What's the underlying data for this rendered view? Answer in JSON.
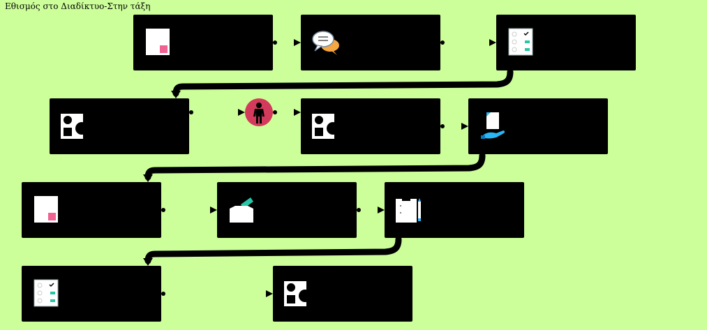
{
  "title": "Εθισμός στο Διαδίκτυο-Στην τάξη",
  "colors": {
    "background": "#ccff99",
    "node": "#000000",
    "connector": "#000000",
    "person_circle": "#d33a5b",
    "accent_pink": "#f06292",
    "accent_teal": "#26c6a6",
    "accent_blue": "#29b6f6"
  },
  "steps": [
    {
      "id": "s1",
      "icon": "document-sticky-note-icon"
    },
    {
      "id": "s2",
      "icon": "speech-bubbles-icon"
    },
    {
      "id": "s3",
      "icon": "checklist-icon"
    },
    {
      "id": "s4",
      "icon": "shapes-icon"
    },
    {
      "id": "s5",
      "icon": "person-icon"
    },
    {
      "id": "s6",
      "icon": "shapes-icon"
    },
    {
      "id": "s7",
      "icon": "hand-document-icon"
    },
    {
      "id": "s8",
      "icon": "document-sticky-note-icon"
    },
    {
      "id": "s9",
      "icon": "ballot-box-icon"
    },
    {
      "id": "s10",
      "icon": "clipboard-pencil-icon"
    },
    {
      "id": "s11",
      "icon": "checklist-icon"
    },
    {
      "id": "s12",
      "icon": "shapes-icon"
    }
  ]
}
